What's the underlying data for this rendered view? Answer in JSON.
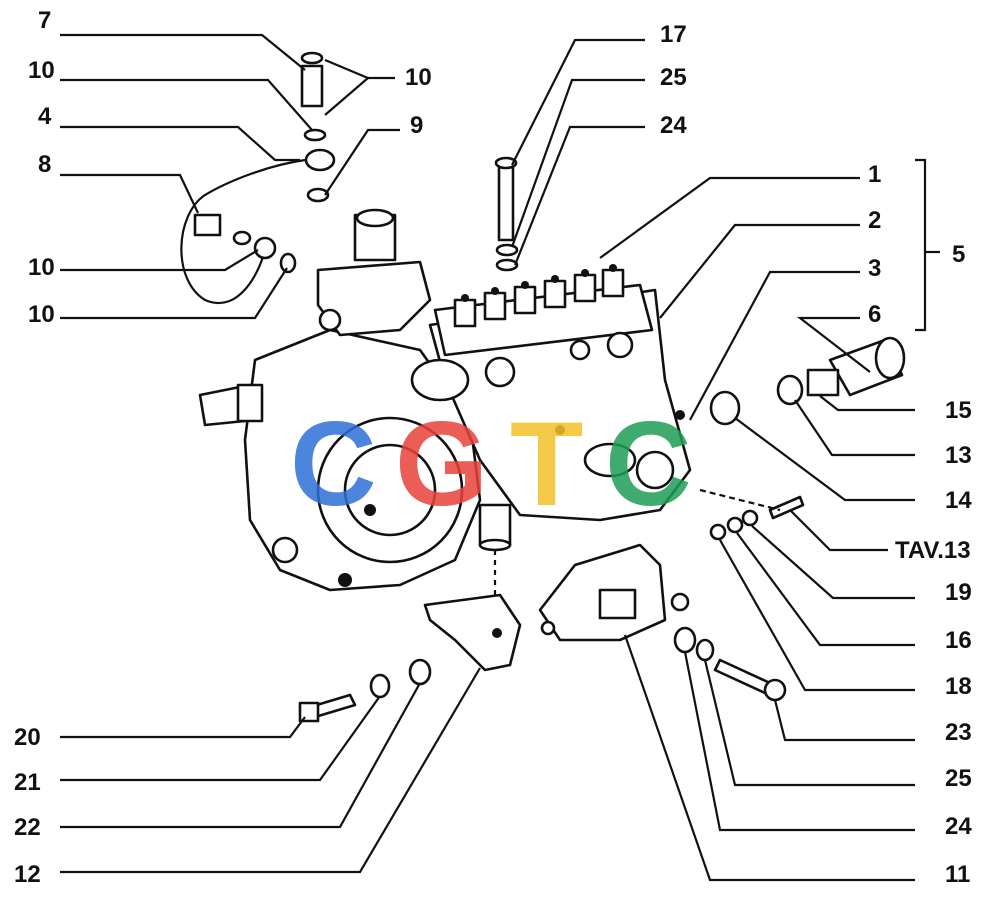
{
  "diagram": {
    "sheet_ref": "TAV.13",
    "labels_left": [
      "7",
      "10",
      "4",
      "8",
      "10",
      "10",
      "20",
      "21",
      "22",
      "12"
    ],
    "labels_right": [
      "17",
      "25",
      "24",
      "10",
      "9",
      "1",
      "2",
      "3",
      "5",
      "6",
      "15",
      "13",
      "14",
      "19",
      "16",
      "18",
      "23",
      "25",
      "24",
      "11"
    ],
    "watermark": {
      "letters": [
        "C",
        "G",
        "T",
        "C"
      ],
      "colors": [
        "#2f6fd6",
        "#e8423a",
        "#f2c028",
        "#1f9d55"
      ]
    },
    "line_color": "#111111",
    "background": "#ffffff"
  }
}
